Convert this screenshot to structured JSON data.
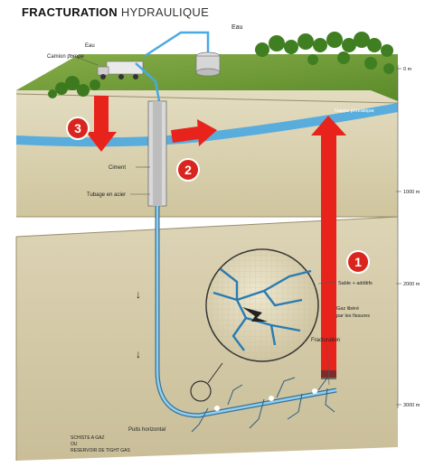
{
  "title": {
    "bold": "FRACTURATION",
    "light": "HYDRAULIQUE"
  },
  "labels": {
    "eau_top": "Eau",
    "eau_small": "Eau",
    "camion": "Camion pompe",
    "ciment": "Ciment",
    "tubage": "Tubage en acier",
    "puits": "Puits horizontal",
    "fracturation": "Fracturation",
    "sable": "Sable + additifs",
    "gaz_line1": "Gaz libéré",
    "gaz_line2": "par les fissures",
    "nappe": "Nappe phréatique",
    "source1": "SCHISTE A GAZ",
    "source2": "OU",
    "source3": "RESERVOIR DE TIGHT GAS"
  },
  "depth_scale": [
    "0 m",
    "1000 m",
    "2000 m",
    "3000 m"
  ],
  "markers": [
    "1",
    "2",
    "3"
  ],
  "colors": {
    "arrow_red": "#e8231c",
    "water_blue": "#3b9fd8",
    "grass": "#6e9a34",
    "soil": "#d8d0b2",
    "marker_red": "#d9251d"
  }
}
